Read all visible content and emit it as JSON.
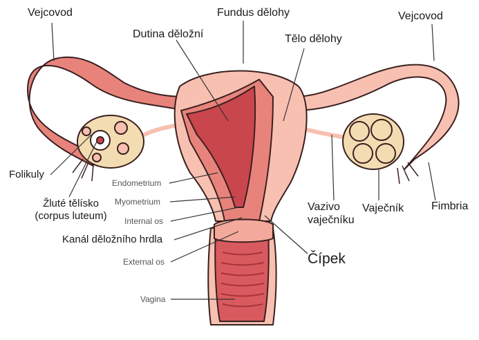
{
  "labels": {
    "vejcovod_left": "Vejcovod",
    "fundus": "Fundus dělohy",
    "vejcovod_right": "Vejcovod",
    "dutina": "Dutina děložní",
    "telo": "Tělo dělohy",
    "folikuly": "Folikuly",
    "zlute_telisko_line1": "Žluté tělísko",
    "zlute_telisko_line2": "(corpus luteum)",
    "endometrium": "Endometrium",
    "myometrium": "Myometrium",
    "internal_os": "Internal os",
    "kanal": "Kanál děložního hrdla",
    "external_os": "External os",
    "vagina": "Vagina",
    "vazivo_line1": "Vazivo",
    "vazivo_line2": "vaječníku",
    "vajecnik": "Vaječník",
    "fimbria": "Fimbria",
    "cipek": "Čípek"
  },
  "colors": {
    "outline": "#3a1f1f",
    "uterus_outer": "#f7c0b0",
    "muscle": "#e8837c",
    "cavity": "#c9464c",
    "ovary": "#f4dcb2",
    "leader": "#333333"
  }
}
